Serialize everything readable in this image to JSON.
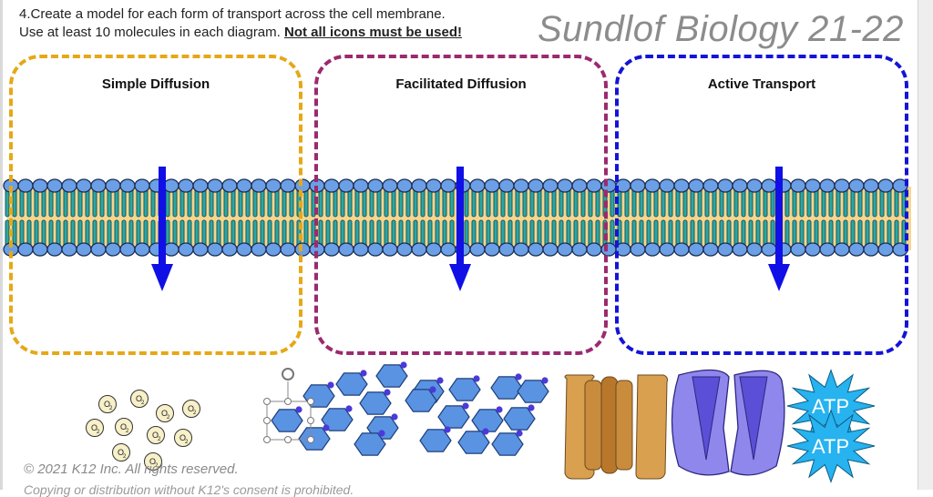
{
  "instructions": {
    "line1": "4.Create a model for each form of transport across the cell membrane.",
    "line2_prefix": "Use at least 10 molecules in each diagram. ",
    "line2_emphasis": "Not all icons must be used!"
  },
  "watermark": "Sundlof Biology 21-22",
  "boxes": [
    {
      "title": "Simple Diffusion",
      "color": "#e6a817"
    },
    {
      "title": "Facilitated Diffusion",
      "color": "#9b2a6e"
    },
    {
      "title": "Active Transport",
      "color": "#1414d6"
    }
  ],
  "colors": {
    "phospholipid_head": "#6b9fe6",
    "phospholipid_tail": "#2aa7a7",
    "membrane_core": "#f6d58f",
    "arrow": "#1010e6",
    "glucose": "#5b93e3",
    "carrier_protein": "#d9a050",
    "channel_protein": "#8f87ec",
    "atp_burst": "#27b2f0"
  },
  "icons": {
    "oxygen_label": "O",
    "oxygen_subscript": "2",
    "oxygen_count": 10,
    "glucose_count": 20,
    "atp_label": "ATP",
    "atp_count": 2
  },
  "copyright": "© 2021 K12 Inc. All rights reserved.",
  "copyright_cut": "Copying or distribution without K12's consent is prohibited."
}
